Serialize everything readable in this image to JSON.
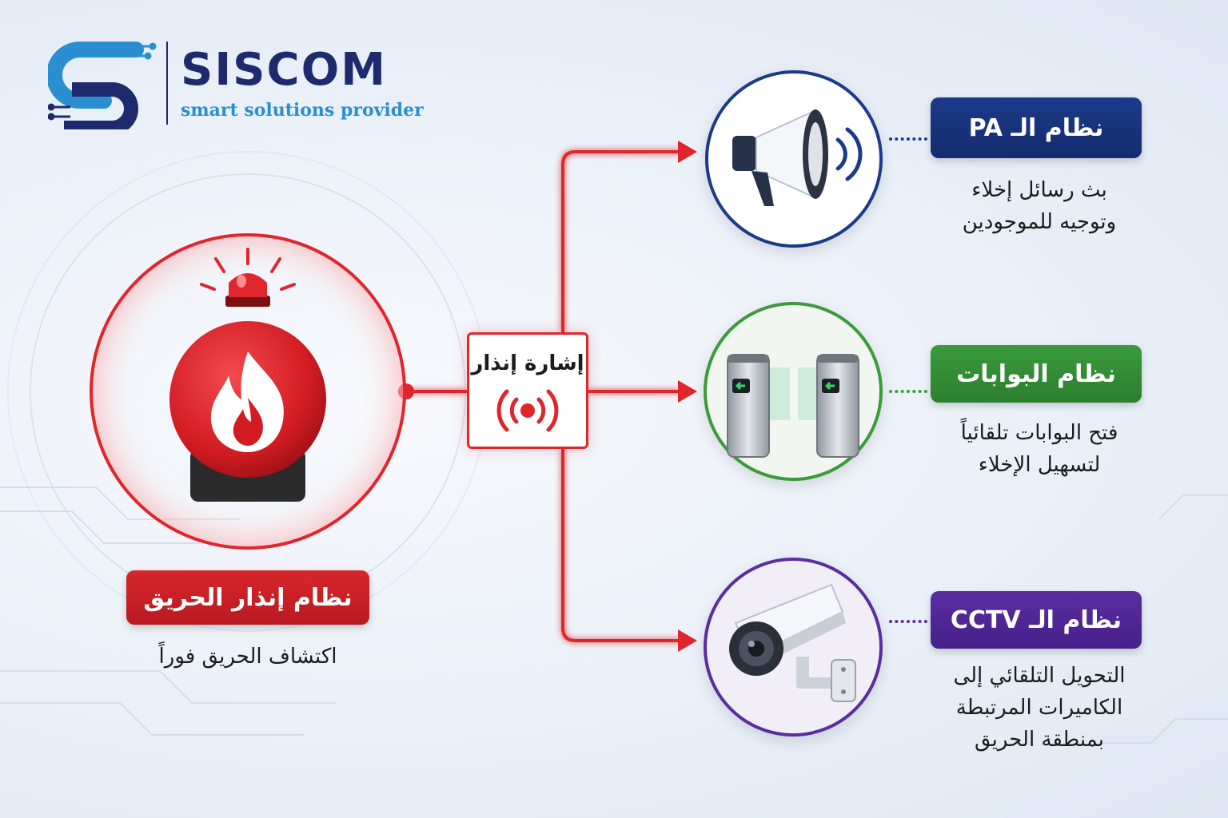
{
  "brand": {
    "name": "SISCOM",
    "tagline": "smart solutions provider",
    "colors": {
      "navy": "#1d2a6e",
      "blue": "#2a8fd0"
    }
  },
  "source": {
    "title": "نظام إنذار الحريق",
    "description": "اكتشاف الحريق فوراً",
    "color": "#d8262c",
    "icon": "fire-alarm-bell-icon"
  },
  "signal": {
    "title": "إشارة إنذار",
    "icon": "alarm-signal-icon"
  },
  "targets": [
    {
      "id": "pa",
      "title": "نظام الـ PA",
      "description_lines": [
        "بث رسائل إخلاء",
        "وتوجيه للموجودين"
      ],
      "color": "#1c3a8a",
      "icon": "megaphone-icon"
    },
    {
      "id": "gates",
      "title": "نظام البوابات",
      "description_lines": [
        "فتح البوابات تلقائياً",
        "لتسهيل الإخلاء"
      ],
      "color": "#3a9a3c",
      "icon": "turnstile-gates-icon"
    },
    {
      "id": "cctv",
      "title": "نظام الـ CCTV",
      "description_lines": [
        "التحويل التلقائي إلى",
        "الكاميرات المرتبطة",
        "بمنطقة الحريق"
      ],
      "color": "#5a2da0",
      "icon": "security-camera-icon"
    }
  ],
  "connector_color": "#e0262c"
}
